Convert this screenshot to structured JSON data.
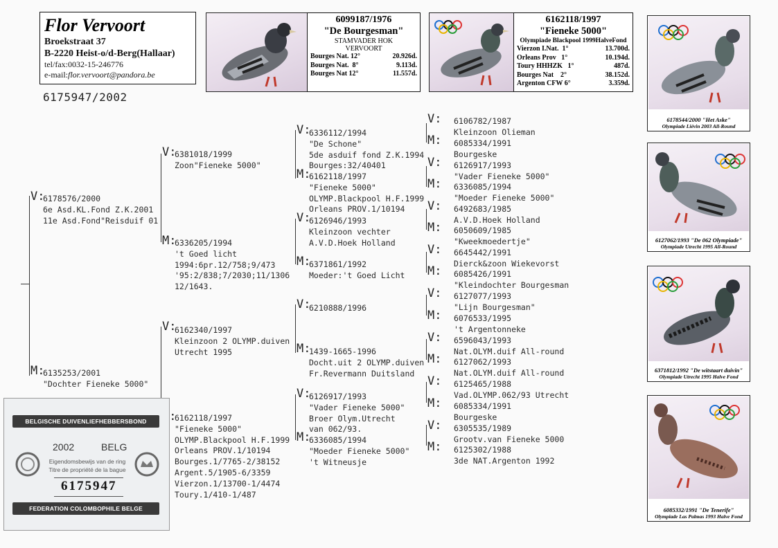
{
  "owner": {
    "name": "Flor Vervoort",
    "street": "Broekstraat 37",
    "city": "B-2220 Heist-o/d-Berg(Hallaar)",
    "telfax": "tel/fax:0032-15-246776",
    "email_label": "e-mail:",
    "email": "flor.vervoort@pandora.be"
  },
  "main_ring": "6175947/2002",
  "top_bird_1": {
    "ring": "6099187/1976",
    "nick": "\"De Bourgesman\"",
    "line1": "STAMVADER HOK",
    "line2": "VERVOORT",
    "results": [
      {
        "race": "Bourges Nat. 12°",
        "value": "20.926d."
      },
      {
        "race": "Bourges Nat.  8°",
        "value": "9.113d."
      },
      {
        "race": "Bourges Nat 12°",
        "value": "11.557d."
      }
    ]
  },
  "top_bird_2": {
    "ring": "6162118/1997",
    "nick": "\"Fieneke 5000\"",
    "line1": "Olympiade Blackpool 1999HalveFond",
    "results": [
      {
        "race": "Vierzon I.Nat.  1°",
        "value": "13.700d."
      },
      {
        "race": "Orleans Prov   1°",
        "value": "10.194d."
      },
      {
        "race": "Toury HHHZK   1°",
        "value": "487d."
      },
      {
        "race": "Bourges Nat    2°",
        "value": "38.152d."
      },
      {
        "race": "Argenton CFW 6°",
        "value": "3.359d."
      }
    ]
  },
  "right_photos": [
    {
      "caption": "6178544/2000 \"Het Aske\"",
      "sub": "Olympiade Liévin 2003 All-Round"
    },
    {
      "caption": "6127062/1993 \"De 062 Olympiade\"",
      "sub": "Olympiade Utrecht 1995 All-Round"
    },
    {
      "caption": "6371812/1992 \"De witstaart duivin\"",
      "sub": "Olympiade Utrecht 1995 Halve Fond"
    },
    {
      "caption": "6085332/1991 \"De Tenerife\"",
      "sub": "Olympiade Las Palmas 1993 Halve Fond"
    }
  ],
  "pedigree": {
    "v_mark": "V:",
    "m_mark": "M:",
    "gen1": {
      "sire": "6178576/2000\n6e Asd.KL.Fond Z.K.2001\n11e Asd.Fond\"Reisduif 01",
      "dam": "6135253/2001\n\"Dochter Fieneke 5000\""
    },
    "gen2": {
      "ss": "6381018/1999\nZoon\"Fieneke 5000\"",
      "sd": "6336205/1994\n't Goed licht\n1994:6pr.12/758;9/473\n'95:2/838;7/2030;11/1306\n12/1643.",
      "ds": "6162340/1997\nKleinzoon 2 OLYMP.duiven\nUtrecht 1995",
      "dd": "6162118/1997\n\"Fieneke 5000\"\nOLYMP.Blackpool H.F.1999\nOrleans PROV.1/10194\nBourges.1/7765-2/38152\nArgent.5/1905-6/3359\nVierzon.1/13700-1/4474\nToury.1/410-1/487"
    },
    "gen3": [
      "6336112/1994\n\"De Schone\"\n5de asduif fond Z.K.1994\nBourges:32/40401",
      "6162118/1997\n\"Fieneke 5000\"\nOLYMP.Blackpool H.F.1999\nOrleans PROV.1/10194",
      "6126946/1993\nKleinzoon vechter\nA.V.D.Hoek Holland",
      "6371861/1992\nMoeder:'t Goed Licht",
      "6210888/1996",
      "1439-1665-1996\nDocht.uit 2 OLYMP.duiven\nFr.Revermann Duitsland",
      "6126917/1993\n\"Vader Fieneke 5000\"\nBroer Olym.Utrecht\nvan 062/93.",
      "6336085/1994\n\"Moeder Fieneke 5000\"\n't Witneusje"
    ],
    "gen4": [
      "6106782/1987\nKleinzoon Olieman",
      "6085334/1991\nBourgeske",
      "6126917/1993\n\"Vader Fieneke 5000\"",
      "6336085/1994\n\"Moeder Fieneke 5000\"",
      "6492683/1985\nA.V.D.Hoek Holland",
      "6050609/1985\n\"Kweekmoedertje\"",
      "6645442/1991\nDierck&zoon Wiekevorst",
      "6085426/1991\n\"Kleindochter Bourgesman",
      "6127077/1993\n\"Lijn Bourgesman\"",
      "6076533/1995\n't Argentonneke",
      "6596043/1993\nNat.OLYM.duif All-round",
      "6127062/1993\nNat.OLYM.duif All-round",
      "6125465/1988\nVad.OLYMP.062/93 Utrecht",
      "6085334/1991\nBourgeske",
      "6305535/1989\nGrootv.van Fieneke 5000",
      "6125302/1988\n3de NAT.Argenton 1992"
    ]
  },
  "ring_card": {
    "top_banner": "BELGISCHE DUIVENLIEFHEBBERSBOND",
    "year": "2002",
    "country": "BELG",
    "text1": "Eigendomsbewijs van de ring",
    "text2": "Titre de propriété de la bague",
    "number": "6175947",
    "bottom_banner": "FEDERATION COLOMBOPHILE BELGE"
  },
  "colors": {
    "bracket": "#333333",
    "text": "#2a2a2a",
    "accent_bird_red": "#c0392b"
  }
}
